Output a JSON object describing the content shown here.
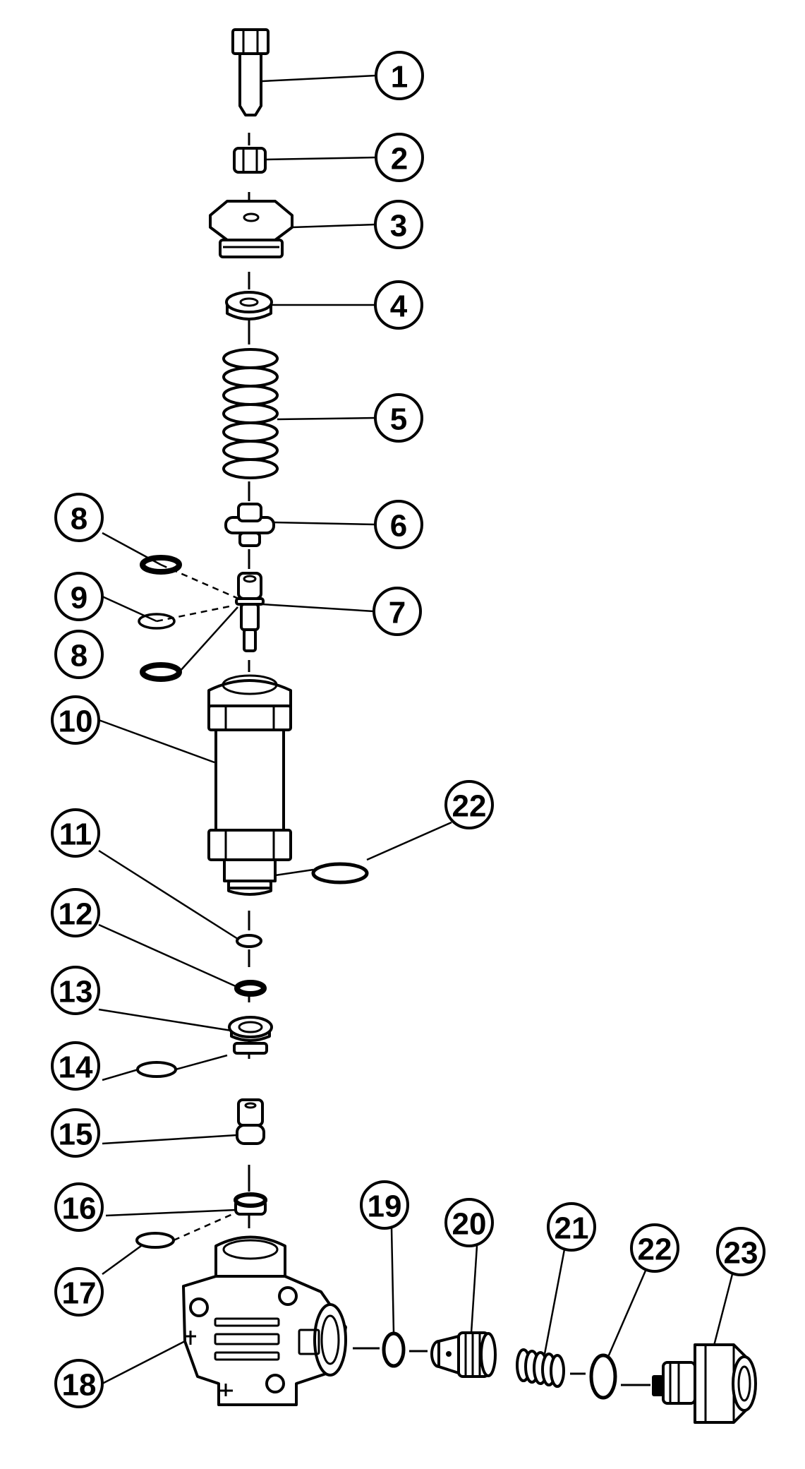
{
  "diagram": {
    "callouts": [
      {
        "id": "c1",
        "label": "1"
      },
      {
        "id": "c2",
        "label": "2"
      },
      {
        "id": "c3",
        "label": "3"
      },
      {
        "id": "c4",
        "label": "4"
      },
      {
        "id": "c5",
        "label": "5"
      },
      {
        "id": "c6",
        "label": "6"
      },
      {
        "id": "c7",
        "label": "7"
      },
      {
        "id": "c8a",
        "label": "8"
      },
      {
        "id": "c9",
        "label": "9"
      },
      {
        "id": "c8b",
        "label": "8"
      },
      {
        "id": "c10",
        "label": "10"
      },
      {
        "id": "c22a",
        "label": "22"
      },
      {
        "id": "c11",
        "label": "11"
      },
      {
        "id": "c12",
        "label": "12"
      },
      {
        "id": "c13",
        "label": "13"
      },
      {
        "id": "c14",
        "label": "14"
      },
      {
        "id": "c15",
        "label": "15"
      },
      {
        "id": "c16",
        "label": "16"
      },
      {
        "id": "c17",
        "label": "17"
      },
      {
        "id": "c18",
        "label": "18"
      },
      {
        "id": "c19",
        "label": "19"
      },
      {
        "id": "c20",
        "label": "20"
      },
      {
        "id": "c21",
        "label": "21"
      },
      {
        "id": "c22b",
        "label": "22"
      },
      {
        "id": "c23",
        "label": "23"
      }
    ]
  }
}
